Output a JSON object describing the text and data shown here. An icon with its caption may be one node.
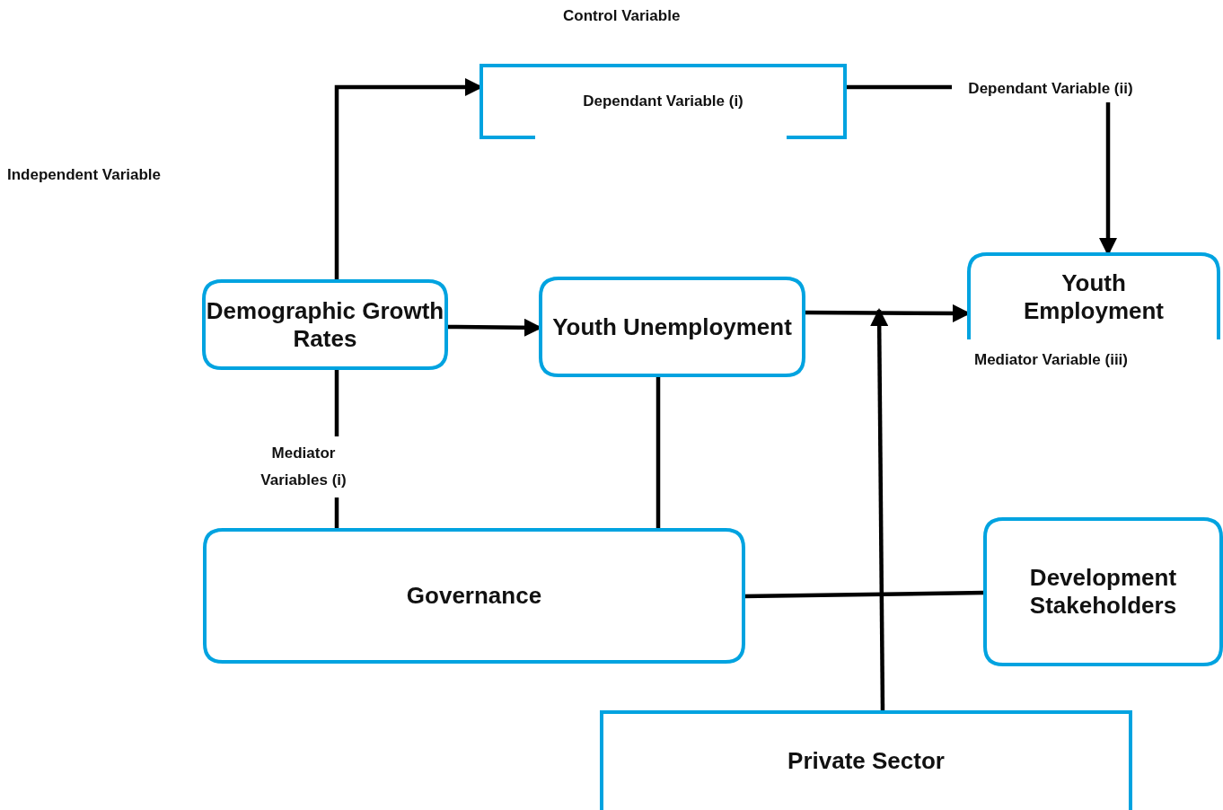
{
  "diagram": {
    "nodes": [
      {
        "text": [
          "Dependant Variable (i)"
        ]
      },
      {
        "text": [
          "Dependant Variable (ii)"
        ]
      },
      {
        "text": [
          "Demographic Growth Rates"
        ]
      },
      {
        "text": [
          "Youth Unemployment"
        ]
      },
      {
        "text": [
          "Youth Employment"
        ]
      },
      {
        "text": [
          "Governance"
        ]
      },
      {
        "text": [
          "Development Stakeholders"
        ]
      },
      {
        "text": [
          "Private Sector"
        ]
      }
    ],
    "edges": [
      {
        "from": 2,
        "to": 0,
        "arrow": "to"
      },
      {
        "from": 0,
        "to": 1,
        "arrow": "none"
      },
      {
        "from": 1,
        "to": 4,
        "arrow": "to"
      },
      {
        "from": 2,
        "to": 3,
        "arrow": "to"
      },
      {
        "from": 3,
        "to": 4,
        "arrow": "to"
      },
      {
        "from": 7,
        "to": null,
        "arrow": "to"
      },
      {
        "from": 3,
        "to": 5,
        "arrow": "none"
      },
      {
        "from": 2,
        "to": 5,
        "arrow": "none",
        "label": "Mediator Variables (i)"
      },
      {
        "from": 5,
        "to": 6,
        "arrow": "none"
      }
    ],
    "labels": [
      "Control Variable",
      "Independent Variable",
      "Mediator Variable (iii)"
    ]
  }
}
